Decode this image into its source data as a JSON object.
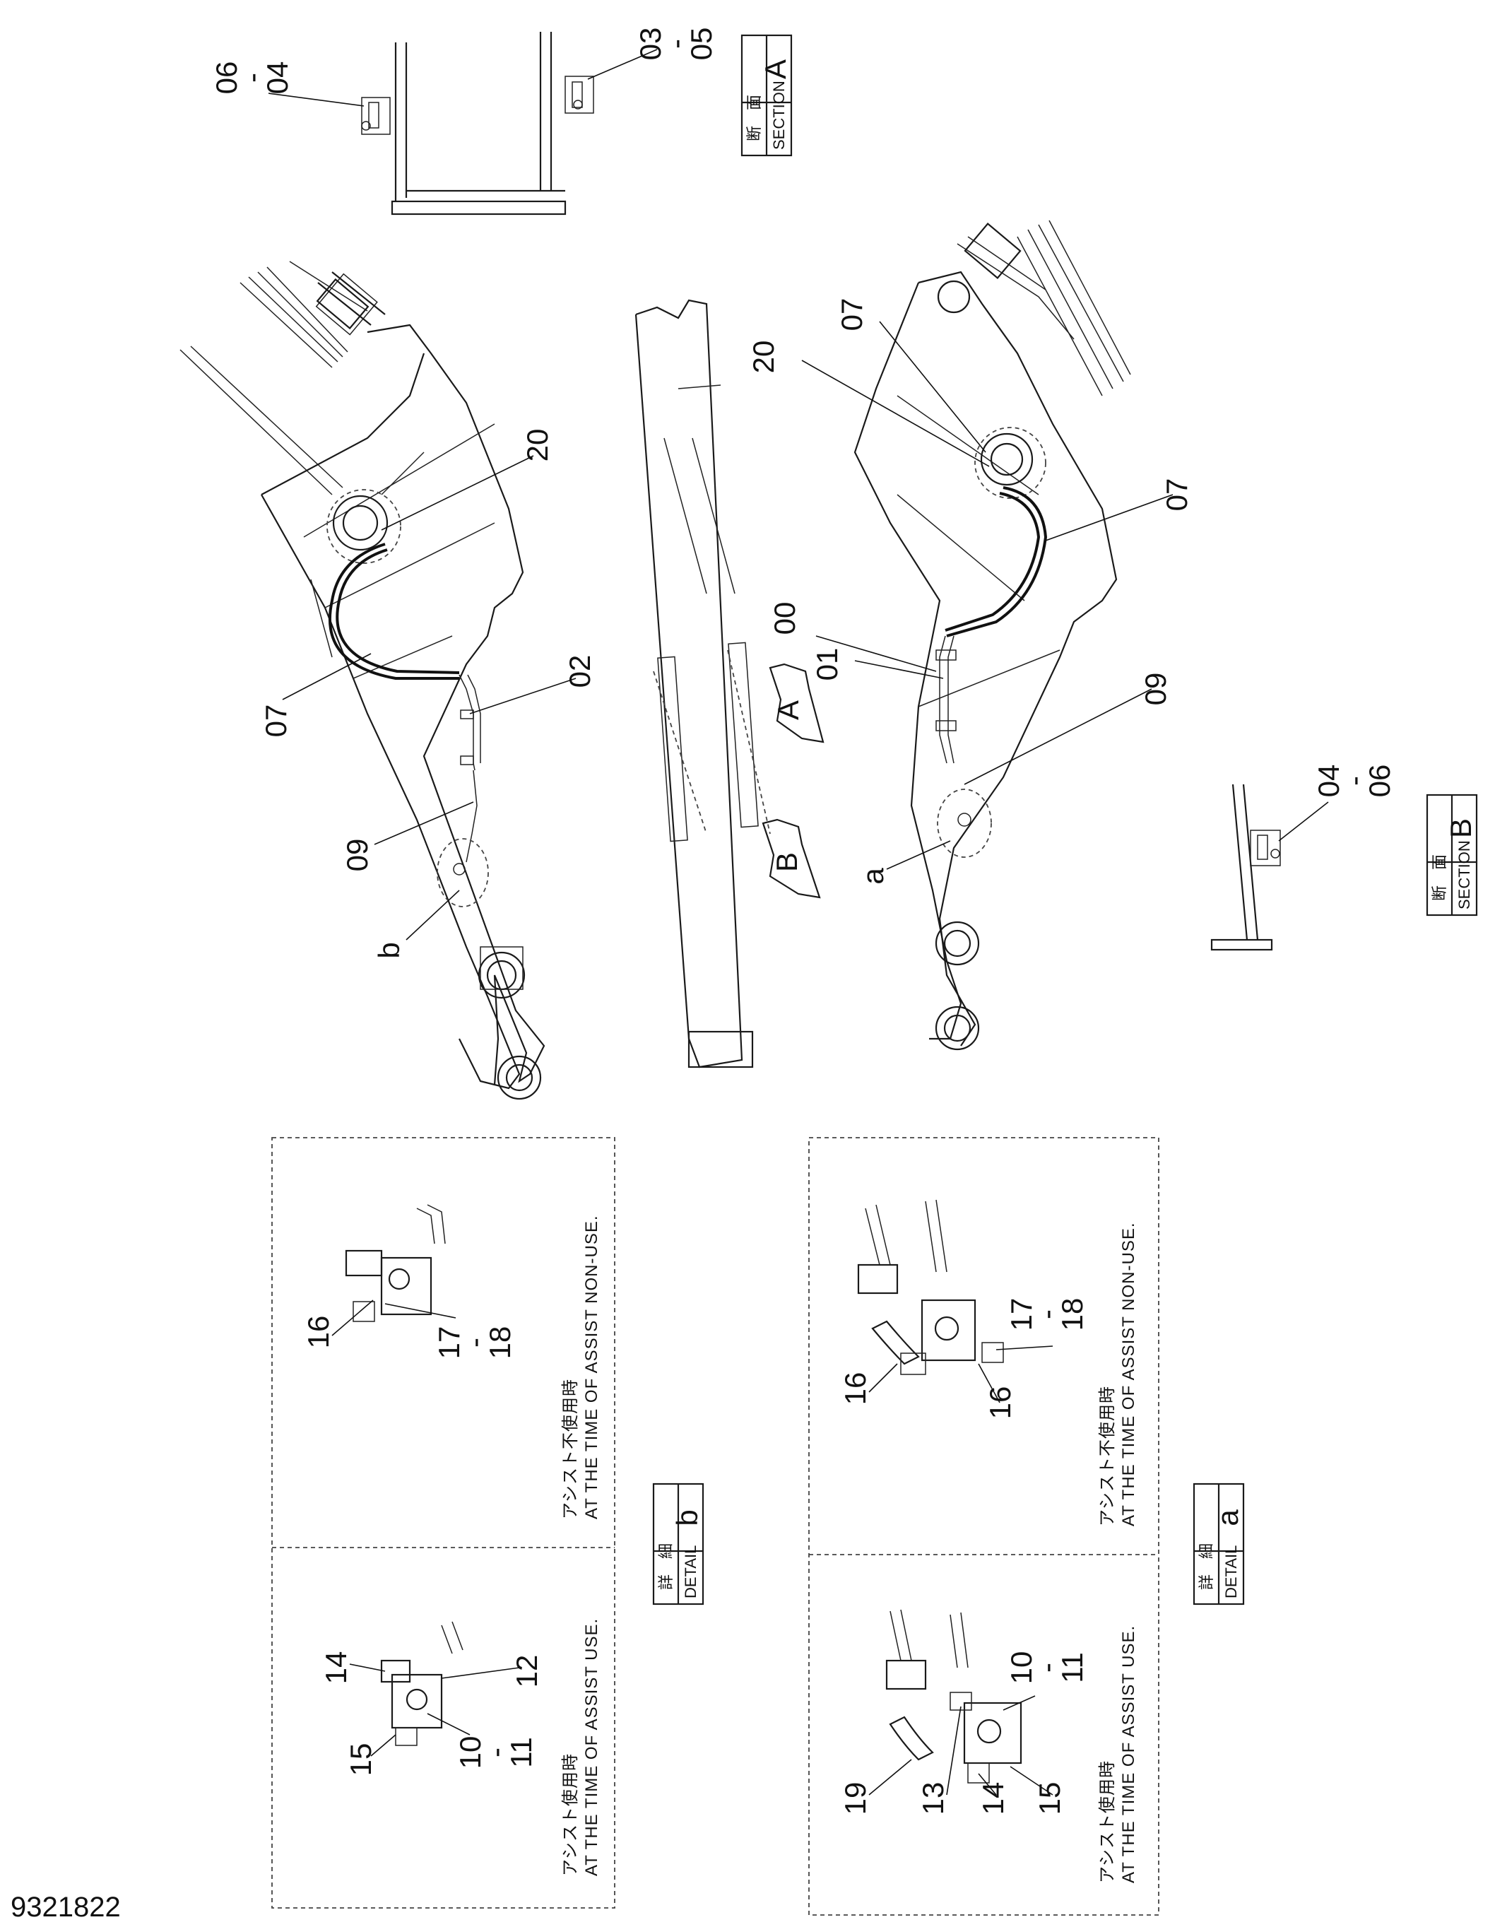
{
  "document_number": "9321822",
  "section_a": {
    "kanji": "断　面",
    "label": "SECTION",
    "letter": "A"
  },
  "section_b": {
    "kanji": "断　面",
    "label": "SECTION",
    "letter": "B"
  },
  "detail_a": {
    "kanji": "詳　細",
    "label": "DETAIL",
    "letter": "a"
  },
  "detail_b": {
    "kanji": "詳　細",
    "label": "DETAIL",
    "letter": "b"
  },
  "view_arrow_a": "A",
  "view_arrow_b": "B",
  "notes": {
    "assist_use_jp": "アシスト使用時",
    "assist_use_en": "AT THE TIME OF ASSIST USE.",
    "assist_nonuse_jp": "アシスト不使用時",
    "assist_nonuse_en": "AT THE TIME OF ASSIST NON-USE."
  },
  "callouts": {
    "sec_a_left": [
      "06",
      "-",
      "04"
    ],
    "sec_a_right": [
      "03",
      "-",
      "05"
    ],
    "sec_b": [
      "04",
      "-",
      "06"
    ],
    "boom_upper": {
      "c20": "20",
      "c02": "02",
      "c07": "07",
      "c09": "09",
      "cb": "b"
    },
    "boom_lower": {
      "c07a": "07",
      "c20": "20",
      "c07b": "07",
      "c00": "00",
      "c01": "01",
      "c09": "09",
      "ca": "a"
    },
    "detail_b_use": {
      "c14": "14",
      "c12": "12",
      "c15": "15",
      "c10_11": [
        "10",
        "-",
        "11"
      ]
    },
    "detail_b_nonuse": {
      "c16": "16",
      "c17_18": [
        "17",
        "-",
        "18"
      ]
    },
    "detail_a_use": {
      "c10_11": [
        "10",
        "-",
        "11"
      ],
      "c19": "19",
      "c13": "13",
      "c14": "14",
      "c15": "15"
    },
    "detail_a_nonuse": {
      "c16a": "16",
      "c16b": "16",
      "c17_18": [
        "17",
        "-",
        "18"
      ]
    }
  }
}
